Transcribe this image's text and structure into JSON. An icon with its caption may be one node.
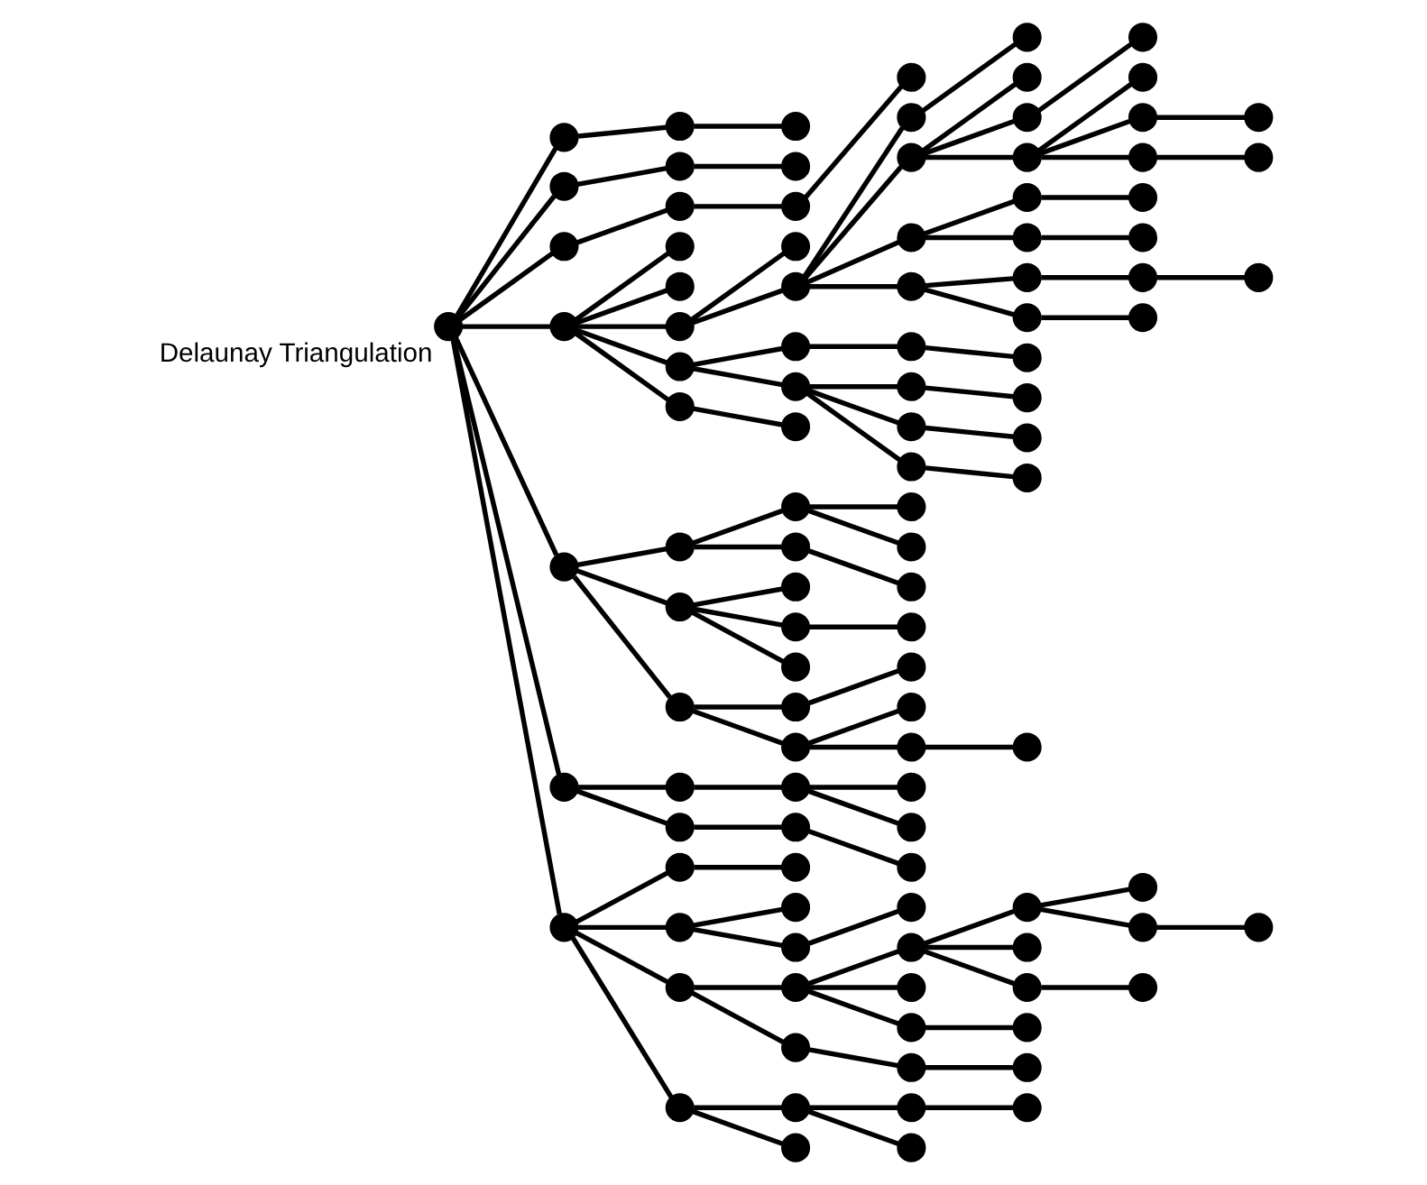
{
  "diagram": {
    "nodes": [
      {
        "text": [],
        "shape": "circle",
        "beside": [
          "Delaunay Triangulation"
        ]
      },
      {
        "text": [],
        "shape": "circle"
      },
      {
        "text": [],
        "shape": "circle"
      },
      {
        "text": [],
        "shape": "circle"
      },
      {
        "text": [],
        "shape": "circle"
      },
      {
        "text": [],
        "shape": "circle"
      },
      {
        "text": [],
        "shape": "circle"
      },
      {
        "text": [],
        "shape": "circle"
      },
      {
        "text": [],
        "shape": "circle"
      },
      {
        "text": [],
        "shape": "circle"
      },
      {
        "text": [],
        "shape": "circle"
      },
      {
        "text": [],
        "shape": "circle"
      },
      {
        "text": [],
        "shape": "circle"
      },
      {
        "text": [],
        "shape": "circle"
      },
      {
        "text": [],
        "shape": "circle"
      },
      {
        "text": [],
        "shape": "circle"
      },
      {
        "text": [],
        "shape": "circle"
      },
      {
        "text": [],
        "shape": "circle"
      },
      {
        "text": [],
        "shape": "circle"
      },
      {
        "text": [],
        "shape": "circle"
      },
      {
        "text": [],
        "shape": "circle"
      },
      {
        "text": [],
        "shape": "circle"
      },
      {
        "text": [],
        "shape": "circle"
      },
      {
        "text": [],
        "shape": "circle"
      },
      {
        "text": [],
        "shape": "circle"
      },
      {
        "text": [],
        "shape": "circle"
      },
      {
        "text": [],
        "shape": "circle"
      },
      {
        "text": [],
        "shape": "circle"
      },
      {
        "text": [],
        "shape": "circle"
      },
      {
        "text": [],
        "shape": "circle"
      },
      {
        "text": [],
        "shape": "circle"
      },
      {
        "text": [],
        "shape": "circle"
      },
      {
        "text": [],
        "shape": "circle"
      },
      {
        "text": [],
        "shape": "circle"
      },
      {
        "text": [],
        "shape": "circle"
      },
      {
        "text": [],
        "shape": "circle"
      },
      {
        "text": [],
        "shape": "circle"
      },
      {
        "text": [],
        "shape": "circle"
      },
      {
        "text": [],
        "shape": "circle"
      },
      {
        "text": [],
        "shape": "circle"
      },
      {
        "text": [],
        "shape": "circle"
      },
      {
        "text": [],
        "shape": "circle"
      },
      {
        "text": [],
        "shape": "circle"
      },
      {
        "text": [],
        "shape": "circle"
      },
      {
        "text": [],
        "shape": "circle"
      },
      {
        "text": [],
        "shape": "circle"
      },
      {
        "text": [],
        "shape": "circle"
      },
      {
        "text": [],
        "shape": "circle"
      },
      {
        "text": [],
        "shape": "circle"
      },
      {
        "text": [],
        "shape": "circle"
      },
      {
        "text": [],
        "shape": "circle"
      },
      {
        "text": [],
        "shape": "circle"
      },
      {
        "text": [],
        "shape": "circle"
      },
      {
        "text": [],
        "shape": "circle"
      },
      {
        "text": [],
        "shape": "circle"
      },
      {
        "text": [],
        "shape": "circle"
      },
      {
        "text": [],
        "shape": "circle"
      },
      {
        "text": [],
        "shape": "circle"
      },
      {
        "text": [],
        "shape": "circle"
      },
      {
        "text": [],
        "shape": "circle"
      },
      {
        "text": [],
        "shape": "circle"
      },
      {
        "text": [],
        "shape": "circle"
      },
      {
        "text": [],
        "shape": "circle"
      },
      {
        "text": [],
        "shape": "circle"
      },
      {
        "text": [],
        "shape": "circle"
      },
      {
        "text": [],
        "shape": "circle"
      },
      {
        "text": [],
        "shape": "circle"
      },
      {
        "text": [],
        "shape": "circle"
      },
      {
        "text": [],
        "shape": "circle"
      },
      {
        "text": [],
        "shape": "circle"
      },
      {
        "text": [],
        "shape": "circle"
      },
      {
        "text": [],
        "shape": "circle"
      },
      {
        "text": [],
        "shape": "circle"
      },
      {
        "text": [],
        "shape": "circle"
      },
      {
        "text": [],
        "shape": "circle"
      },
      {
        "text": [],
        "shape": "circle"
      },
      {
        "text": [],
        "shape": "circle"
      },
      {
        "text": [],
        "shape": "circle"
      },
      {
        "text": [],
        "shape": "circle"
      },
      {
        "text": [],
        "shape": "circle"
      },
      {
        "text": [],
        "shape": "circle"
      },
      {
        "text": [],
        "shape": "circle"
      },
      {
        "text": [],
        "shape": "circle"
      },
      {
        "text": [],
        "shape": "circle"
      },
      {
        "text": [],
        "shape": "circle"
      },
      {
        "text": [],
        "shape": "circle"
      },
      {
        "text": [],
        "shape": "circle"
      },
      {
        "text": [],
        "shape": "circle"
      },
      {
        "text": [],
        "shape": "circle"
      },
      {
        "text": [],
        "shape": "circle"
      },
      {
        "text": [],
        "shape": "circle"
      },
      {
        "text": [],
        "shape": "circle"
      },
      {
        "text": [],
        "shape": "circle"
      },
      {
        "text": [],
        "shape": "circle"
      },
      {
        "text": [],
        "shape": "circle"
      },
      {
        "text": [],
        "shape": "circle"
      },
      {
        "text": [],
        "shape": "circle"
      },
      {
        "text": [],
        "shape": "circle"
      },
      {
        "text": [],
        "shape": "circle"
      },
      {
        "text": [],
        "shape": "circle"
      },
      {
        "text": [],
        "shape": "circle"
      },
      {
        "text": [],
        "shape": "circle"
      },
      {
        "text": [],
        "shape": "circle"
      },
      {
        "text": [],
        "shape": "circle"
      },
      {
        "text": [],
        "shape": "circle"
      },
      {
        "text": [],
        "shape": "circle"
      },
      {
        "text": [],
        "shape": "circle"
      },
      {
        "text": [],
        "shape": "circle"
      },
      {
        "text": [],
        "shape": "circle"
      }
    ],
    "edges": [
      {
        "from": 0,
        "to": 1,
        "arrow": "none"
      },
      {
        "from": 0,
        "to": 2,
        "arrow": "none"
      },
      {
        "from": 0,
        "to": 3,
        "arrow": "none"
      },
      {
        "from": 0,
        "to": 4,
        "arrow": "none"
      },
      {
        "from": 0,
        "to": 5,
        "arrow": "none"
      },
      {
        "from": 0,
        "to": 6,
        "arrow": "none"
      },
      {
        "from": 0,
        "to": 7,
        "arrow": "none"
      },
      {
        "from": 1,
        "to": 8,
        "arrow": "none"
      },
      {
        "from": 2,
        "to": 9,
        "arrow": "none"
      },
      {
        "from": 3,
        "to": 10,
        "arrow": "none"
      },
      {
        "from": 4,
        "to": 11,
        "arrow": "none"
      },
      {
        "from": 4,
        "to": 12,
        "arrow": "none"
      },
      {
        "from": 4,
        "to": 13,
        "arrow": "none"
      },
      {
        "from": 4,
        "to": 14,
        "arrow": "none"
      },
      {
        "from": 4,
        "to": 15,
        "arrow": "none"
      },
      {
        "from": 5,
        "to": 16,
        "arrow": "none"
      },
      {
        "from": 5,
        "to": 17,
        "arrow": "none"
      },
      {
        "from": 5,
        "to": 18,
        "arrow": "none"
      },
      {
        "from": 6,
        "to": 19,
        "arrow": "none"
      },
      {
        "from": 6,
        "to": 20,
        "arrow": "none"
      },
      {
        "from": 7,
        "to": 21,
        "arrow": "none"
      },
      {
        "from": 7,
        "to": 22,
        "arrow": "none"
      },
      {
        "from": 7,
        "to": 23,
        "arrow": "none"
      },
      {
        "from": 7,
        "to": 24,
        "arrow": "none"
      },
      {
        "from": 8,
        "to": 25,
        "arrow": "none"
      },
      {
        "from": 9,
        "to": 26,
        "arrow": "none"
      },
      {
        "from": 10,
        "to": 27,
        "arrow": "none"
      },
      {
        "from": 13,
        "to": 28,
        "arrow": "none"
      },
      {
        "from": 13,
        "to": 29,
        "arrow": "none"
      },
      {
        "from": 14,
        "to": 30,
        "arrow": "none"
      },
      {
        "from": 14,
        "to": 31,
        "arrow": "none"
      },
      {
        "from": 15,
        "to": 32,
        "arrow": "none"
      },
      {
        "from": 16,
        "to": 33,
        "arrow": "none"
      },
      {
        "from": 16,
        "to": 34,
        "arrow": "none"
      },
      {
        "from": 17,
        "to": 35,
        "arrow": "none"
      },
      {
        "from": 17,
        "to": 36,
        "arrow": "none"
      },
      {
        "from": 17,
        "to": 37,
        "arrow": "none"
      },
      {
        "from": 18,
        "to": 38,
        "arrow": "none"
      },
      {
        "from": 18,
        "to": 39,
        "arrow": "none"
      },
      {
        "from": 19,
        "to": 40,
        "arrow": "none"
      },
      {
        "from": 20,
        "to": 41,
        "arrow": "none"
      },
      {
        "from": 21,
        "to": 42,
        "arrow": "none"
      },
      {
        "from": 22,
        "to": 43,
        "arrow": "none"
      },
      {
        "from": 22,
        "to": 44,
        "arrow": "none"
      },
      {
        "from": 23,
        "to": 45,
        "arrow": "none"
      },
      {
        "from": 23,
        "to": 46,
        "arrow": "none"
      },
      {
        "from": 24,
        "to": 47,
        "arrow": "none"
      },
      {
        "from": 24,
        "to": 48,
        "arrow": "none"
      },
      {
        "from": 27,
        "to": 49,
        "arrow": "none"
      },
      {
        "from": 29,
        "to": 50,
        "arrow": "none"
      },
      {
        "from": 29,
        "to": 51,
        "arrow": "none"
      },
      {
        "from": 29,
        "to": 52,
        "arrow": "none"
      },
      {
        "from": 29,
        "to": 53,
        "arrow": "none"
      },
      {
        "from": 30,
        "to": 54,
        "arrow": "none"
      },
      {
        "from": 31,
        "to": 55,
        "arrow": "none"
      },
      {
        "from": 31,
        "to": 56,
        "arrow": "none"
      },
      {
        "from": 31,
        "to": 57,
        "arrow": "none"
      },
      {
        "from": 33,
        "to": 58,
        "arrow": "none"
      },
      {
        "from": 33,
        "to": 59,
        "arrow": "none"
      },
      {
        "from": 34,
        "to": 60,
        "arrow": "none"
      },
      {
        "from": 36,
        "to": 61,
        "arrow": "none"
      },
      {
        "from": 38,
        "to": 62,
        "arrow": "none"
      },
      {
        "from": 39,
        "to": 63,
        "arrow": "none"
      },
      {
        "from": 39,
        "to": 64,
        "arrow": "none"
      },
      {
        "from": 40,
        "to": 65,
        "arrow": "none"
      },
      {
        "from": 40,
        "to": 66,
        "arrow": "none"
      },
      {
        "from": 41,
        "to": 67,
        "arrow": "none"
      },
      {
        "from": 44,
        "to": 68,
        "arrow": "none"
      },
      {
        "from": 45,
        "to": 69,
        "arrow": "none"
      },
      {
        "from": 45,
        "to": 70,
        "arrow": "none"
      },
      {
        "from": 45,
        "to": 71,
        "arrow": "none"
      },
      {
        "from": 46,
        "to": 72,
        "arrow": "none"
      },
      {
        "from": 47,
        "to": 73,
        "arrow": "none"
      },
      {
        "from": 47,
        "to": 74,
        "arrow": "none"
      },
      {
        "from": 50,
        "to": 75,
        "arrow": "none"
      },
      {
        "from": 51,
        "to": 76,
        "arrow": "none"
      },
      {
        "from": 51,
        "to": 77,
        "arrow": "none"
      },
      {
        "from": 51,
        "to": 78,
        "arrow": "none"
      },
      {
        "from": 52,
        "to": 79,
        "arrow": "none"
      },
      {
        "from": 52,
        "to": 80,
        "arrow": "none"
      },
      {
        "from": 53,
        "to": 81,
        "arrow": "none"
      },
      {
        "from": 53,
        "to": 82,
        "arrow": "none"
      },
      {
        "from": 54,
        "to": 83,
        "arrow": "none"
      },
      {
        "from": 55,
        "to": 84,
        "arrow": "none"
      },
      {
        "from": 56,
        "to": 85,
        "arrow": "none"
      },
      {
        "from": 57,
        "to": 86,
        "arrow": "none"
      },
      {
        "from": 64,
        "to": 87,
        "arrow": "none"
      },
      {
        "from": 69,
        "to": 88,
        "arrow": "none"
      },
      {
        "from": 69,
        "to": 89,
        "arrow": "none"
      },
      {
        "from": 69,
        "to": 90,
        "arrow": "none"
      },
      {
        "from": 71,
        "to": 91,
        "arrow": "none"
      },
      {
        "from": 72,
        "to": 92,
        "arrow": "none"
      },
      {
        "from": 73,
        "to": 93,
        "arrow": "none"
      },
      {
        "from": 77,
        "to": 94,
        "arrow": "none"
      },
      {
        "from": 78,
        "to": 95,
        "arrow": "none"
      },
      {
        "from": 78,
        "to": 96,
        "arrow": "none"
      },
      {
        "from": 78,
        "to": 97,
        "arrow": "none"
      },
      {
        "from": 79,
        "to": 98,
        "arrow": "none"
      },
      {
        "from": 80,
        "to": 99,
        "arrow": "none"
      },
      {
        "from": 81,
        "to": 100,
        "arrow": "none"
      },
      {
        "from": 82,
        "to": 101,
        "arrow": "none"
      },
      {
        "from": 88,
        "to": 102,
        "arrow": "none"
      },
      {
        "from": 88,
        "to": 103,
        "arrow": "none"
      },
      {
        "from": 90,
        "to": 104,
        "arrow": "none"
      },
      {
        "from": 96,
        "to": 105,
        "arrow": "none"
      },
      {
        "from": 97,
        "to": 106,
        "arrow": "none"
      },
      {
        "from": 100,
        "to": 107,
        "arrow": "none"
      },
      {
        "from": 103,
        "to": 108,
        "arrow": "none"
      }
    ]
  }
}
